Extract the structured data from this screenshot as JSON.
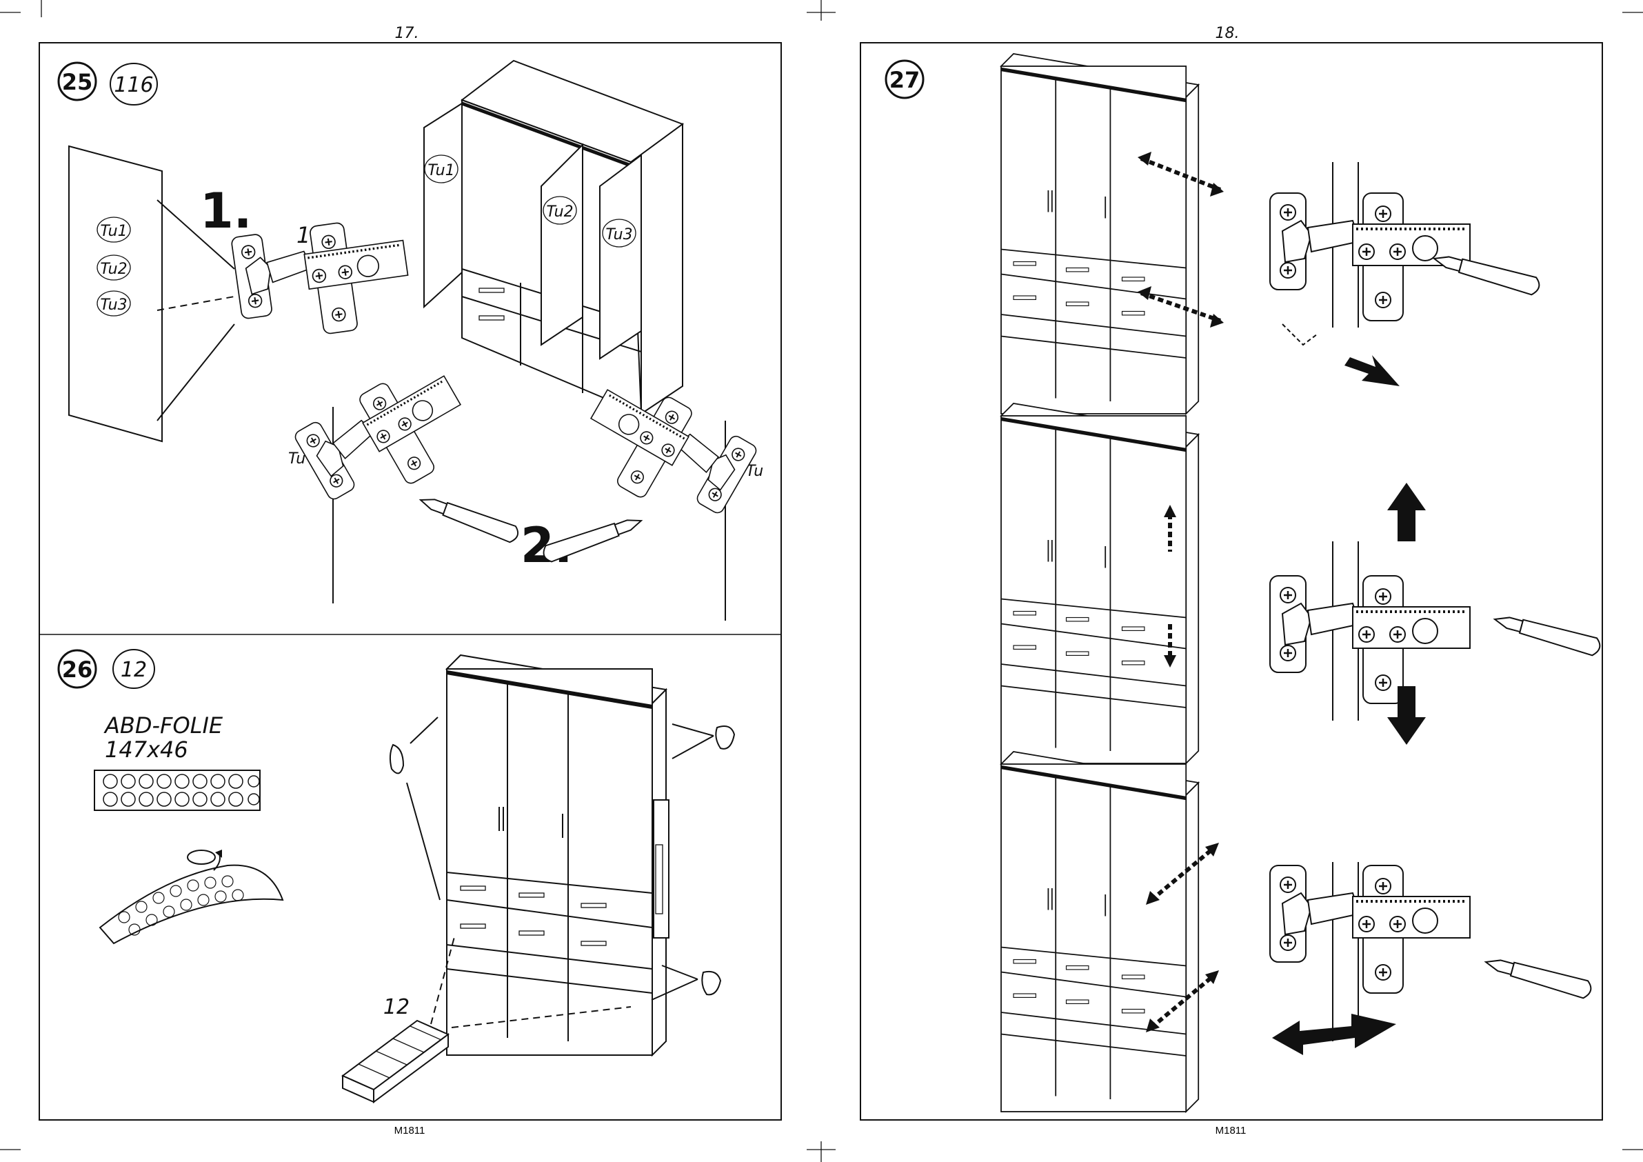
{
  "pages": {
    "left": {
      "number": "17.",
      "footer": "M1811"
    },
    "right": {
      "number": "18.",
      "footer": "M1811"
    }
  },
  "steps": {
    "s25": {
      "step": "25",
      "qty": "116",
      "part_number": "116",
      "door_labels": [
        "Tu1",
        "Tu2",
        "Tu3"
      ],
      "sub1": "1.",
      "sub2": "2.",
      "tu": "Tu"
    },
    "s26": {
      "step": "26",
      "qty": "12",
      "foil_line1": "ABD-FOLIE",
      "foil_line2": "147x46",
      "part_number": "12"
    },
    "s27": {
      "step": "27"
    }
  }
}
